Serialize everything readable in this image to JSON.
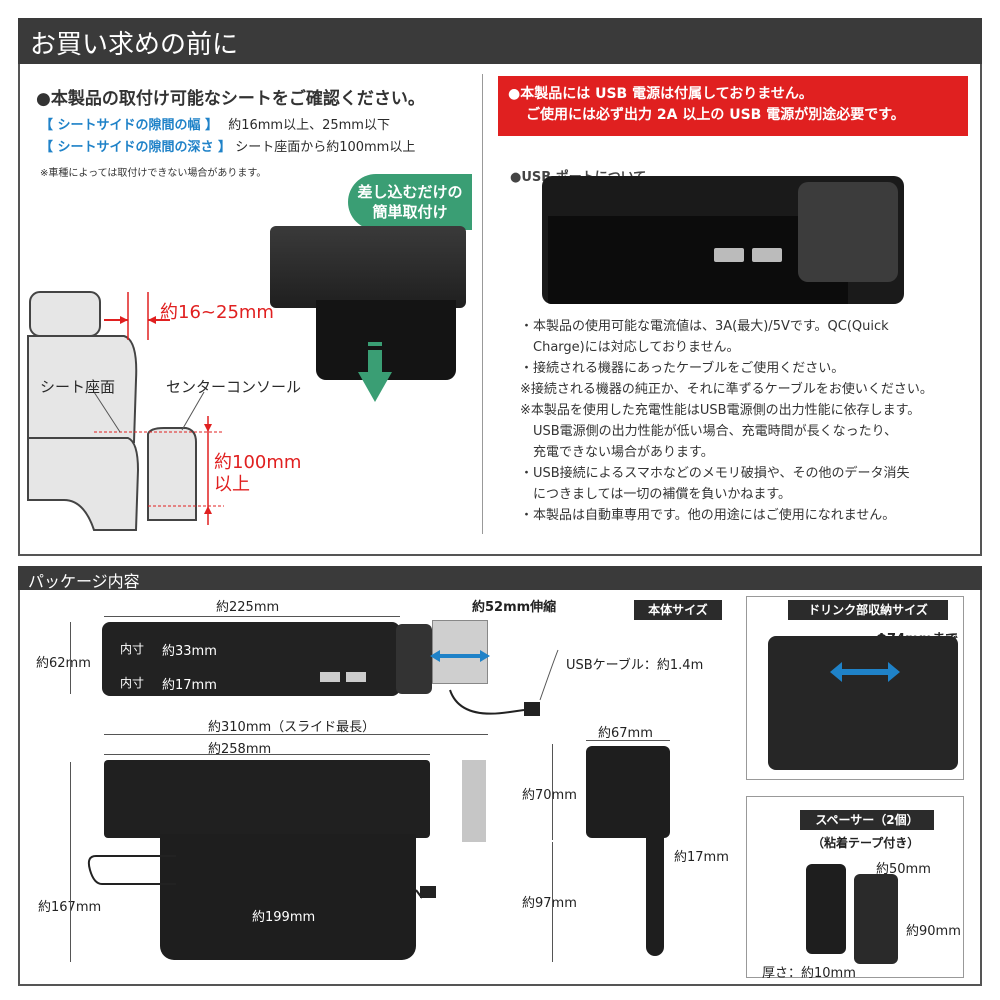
{
  "top_section": {
    "title": "お買い求めの前に",
    "seat_check": {
      "heading": "●本製品の取付け可能なシートをご確認ください。",
      "gap_width_label": "【 シートサイドの隙間の幅 】",
      "gap_width_value": "約16mm以上、25mm以下",
      "gap_depth_label": "【 シートサイドの隙間の深さ 】",
      "gap_depth_value": "シート座面から約100mm以上",
      "note": "※車種によっては取付けできない場合があります。",
      "badge_line1": "差し込むだけの",
      "badge_line2": "簡単取付け",
      "label_width": "約16~25mm",
      "label_seat": "シート座面",
      "label_console": "センターコンソール",
      "label_depth_1": "約100mm",
      "label_depth_2": "以上"
    },
    "usb_notice": {
      "banner_line1": "●本製品には USB 電源は付属しておりません。",
      "banner_line2": "ご使用には必ず出力 2A 以上の USB 電源が別途必要です。",
      "port_heading": "●USB ポートについて",
      "bullets": [
        "・本製品の使用可能な電流値は、3A(最大)/5Vです。QC(Quick",
        "　Charge)には対応しておりません。",
        "・接続される機器にあったケーブルをご使用ください。",
        "※接続される機器の純正か、それに準ずるケーブルをお使いください。",
        "※本製品を使用した充電性能はUSB電源側の出力性能に依存します。",
        "　USB電源側の出力性能が低い場合、充電時間が長くなったり、",
        "　充電できない場合があります。",
        "・USB接続によるスマホなどのメモリ破損や、その他のデータ消失",
        "　につきましては一切の補償を負いかねます。",
        "・本製品は自動車専用です。他の用途にはご使用になれません。"
      ]
    }
  },
  "package_section": {
    "title": "パッケージ内容",
    "top_view": {
      "width": "約225mm",
      "extend": "約52mm伸縮",
      "height": "約62mm",
      "inner_label_1": "内寸",
      "inner_value_1": "約33mm",
      "inner_label_2": "内寸",
      "inner_value_2": "約17mm",
      "usb_cable": "USBケーブル：約1.4m"
    },
    "body_size_label": "本体サイズ",
    "side_view": {
      "slide_max": "約310mm（スライド最長）",
      "width": "約258mm",
      "height": "約167mm",
      "bottom_width": "約199mm"
    },
    "end_view": {
      "width": "約67mm",
      "upper_height": "約70mm",
      "thickness": "約17mm",
      "lower_height": "約97mm"
    },
    "drink": {
      "label": "ドリンク部収納サイズ",
      "diameter": "Φ74mmまで"
    },
    "spacer": {
      "label": "スペーサー（2個）",
      "sub": "（粘着テープ付き）",
      "width": "約50mm",
      "height": "約90mm",
      "thickness": "厚さ：約10mm"
    }
  }
}
